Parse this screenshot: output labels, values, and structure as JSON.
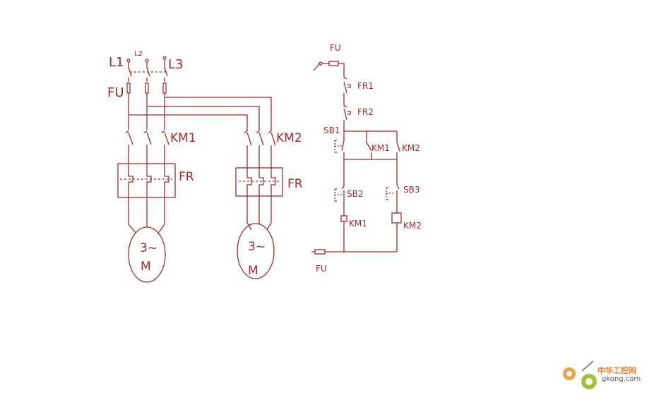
{
  "main_circuit": {
    "phase_l1": "L1",
    "phase_l2": "L2",
    "phase_l3": "L3",
    "fuse": "FU",
    "contactor_1": "KM1",
    "contactor_2": "KM2",
    "relay_1": "FR",
    "relay_2": "FR",
    "motor_1": {
      "phase": "3~",
      "letter": "M"
    },
    "motor_2": {
      "phase": "3~",
      "letter": "M"
    }
  },
  "control_circuit": {
    "fuse_top": "FU",
    "fuse_bottom": "FU",
    "fr1": "FR1",
    "fr2": "FR2",
    "sb1": "SB1",
    "sb2": "SB2",
    "sb3": "SB3",
    "km1_aux": "KM1",
    "km2_aux": "KM2",
    "km1_coil": "KM1",
    "km2_coil": "KM2"
  },
  "watermark": {
    "text": "中华工控网",
    "url": "gkong.com"
  },
  "colors": {
    "wire": "#a32a2a",
    "watermark": "#e8802a"
  }
}
